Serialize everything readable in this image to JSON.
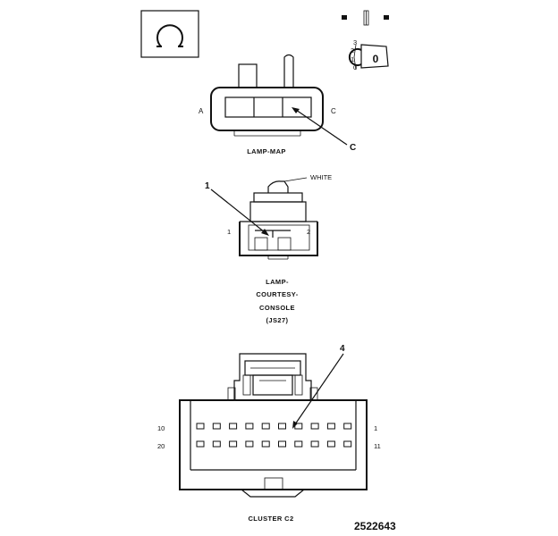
{
  "symbols": {
    "top_left": "connector-end-view-icon",
    "top_right": "connector-orientation-icon",
    "orientation_mark": "0",
    "orientation_ticks": [
      "3",
      "2",
      "1",
      "0"
    ]
  },
  "lamp_map": {
    "caption": "LAMP-MAP",
    "side_left": "A",
    "side_right": "C",
    "callout": "C"
  },
  "lamp_courtesy": {
    "wire_color": "WHITE",
    "callout": "1",
    "pin_left": "1",
    "pin_right": "2",
    "caption_lines": [
      "LAMP-",
      "COURTESY-",
      "CONSOLE",
      "(JS27)"
    ]
  },
  "cluster": {
    "callout": "4",
    "row1_left": "10",
    "row1_right": "1",
    "row2_left": "20",
    "row2_right": "11",
    "caption": "CLUSTER C2",
    "pins_per_row": 10
  },
  "figure_id": "2522643"
}
